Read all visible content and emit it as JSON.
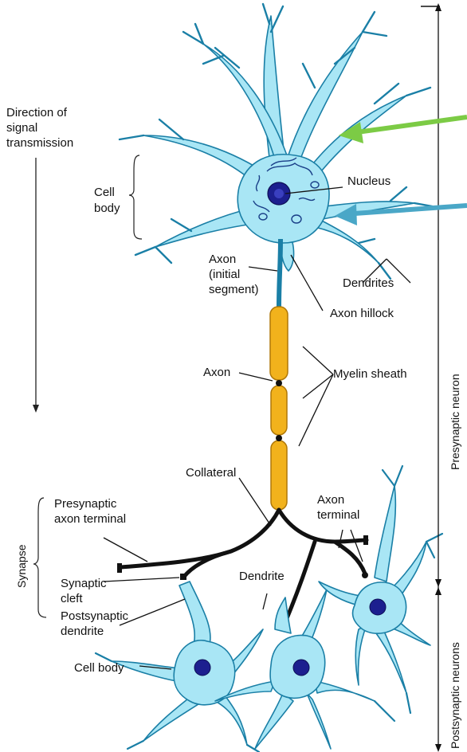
{
  "labels": {
    "direction_line1": "Direction of",
    "direction_line2": "signal",
    "direction_line3": "transmission",
    "cell_body_top_line1": "Cell",
    "cell_body_top_line2": "body",
    "nucleus": "Nucleus",
    "axon_initial_line1": "Axon",
    "axon_initial_line2": "(initial",
    "axon_initial_line3": "segment)",
    "dendrites": "Dendrites",
    "axon_hillock": "Axon hillock",
    "axon": "Axon",
    "myelin_sheath": "Myelin sheath",
    "collateral": "Collateral",
    "presynaptic_terminal_line1": "Presynaptic",
    "presynaptic_terminal_line2": "axon terminal",
    "axon_terminal_line1": "Axon",
    "axon_terminal_line2": "terminal",
    "synapse": "Synapse",
    "synaptic_cleft_line1": "Synaptic",
    "synaptic_cleft_line2": "cleft",
    "postsynaptic_dendrite_line1": "Postsynaptic",
    "postsynaptic_dendrite_line2": "dendrite",
    "dendrite": "Dendrite",
    "cell_body_bottom": "Cell body",
    "presynaptic_neuron": "Presynaptic neuron",
    "postsynaptic_neurons": "Postsynaptic neurons"
  },
  "colors": {
    "cytoplasm": "#a9e6f5",
    "cell_outline": "#1a7fa6",
    "nucleus": "#1c1f8f",
    "myelin": "#f2b21c",
    "myelin_outline": "#b07808",
    "axon": "#111111",
    "green_arrow": "#7ccb45",
    "blue_arrow": "#4aa7c7"
  }
}
